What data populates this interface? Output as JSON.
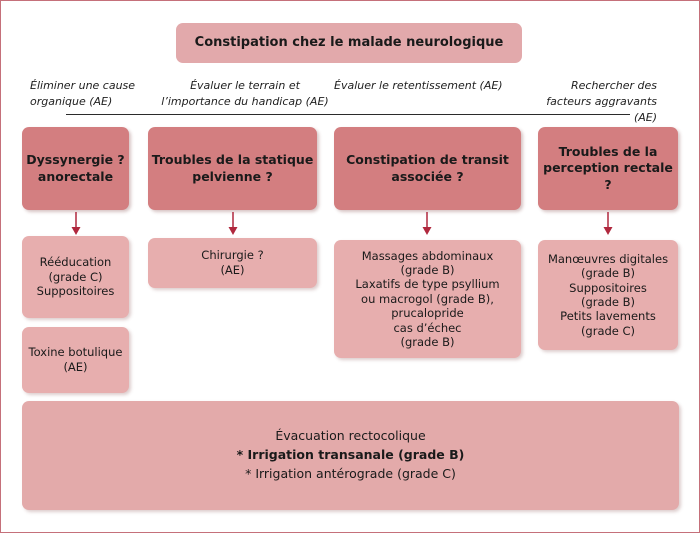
{
  "title": "Constipation chez le malade neurologique",
  "objectives": [
    "Éliminer une cause organique (AE)",
    "Évaluer le terrain et l’importance du handicap (AE)",
    "Évaluer le retentissement (AE)",
    "Rechercher des facteurs aggravants (AE)"
  ],
  "columns": [
    {
      "heading": "Dyssynergie ? anorectale",
      "treatments": [
        [
          "Rééducation",
          "(grade C)",
          "Suppositoires"
        ],
        [
          "Toxine botulique",
          "(AE)"
        ]
      ]
    },
    {
      "heading": "Troubles de la statique pelvienne ?",
      "treatments": [
        [
          "Chirurgie ?",
          "(AE)"
        ]
      ]
    },
    {
      "heading": "Constipation de transit associée ?",
      "treatments": [
        [
          "Massages abdominaux",
          "(grade B)",
          "Laxatifs de type psyllium",
          "ou macrogol (grade B),",
          "prucalopride",
          "cas d’échec",
          "(grade B)"
        ]
      ]
    },
    {
      "heading": "Troubles de la perception rectale ?",
      "treatments": [
        [
          "Manœuvres digitales",
          "(grade B)",
          "Suppositoires",
          "(grade B)",
          "Petits lavements",
          "(grade C)"
        ]
      ]
    }
  ],
  "final": {
    "line1": "Évacuation rectocolique",
    "line2": "* Irrigation transanale (grade B)",
    "line3": "* Irrigation antérograde (grade C)"
  },
  "colors": {
    "heading_box": "#d37e80",
    "treatment_box": "#e7aeae",
    "title_box": "#e2a9ab",
    "arrow": "#b0283e"
  }
}
